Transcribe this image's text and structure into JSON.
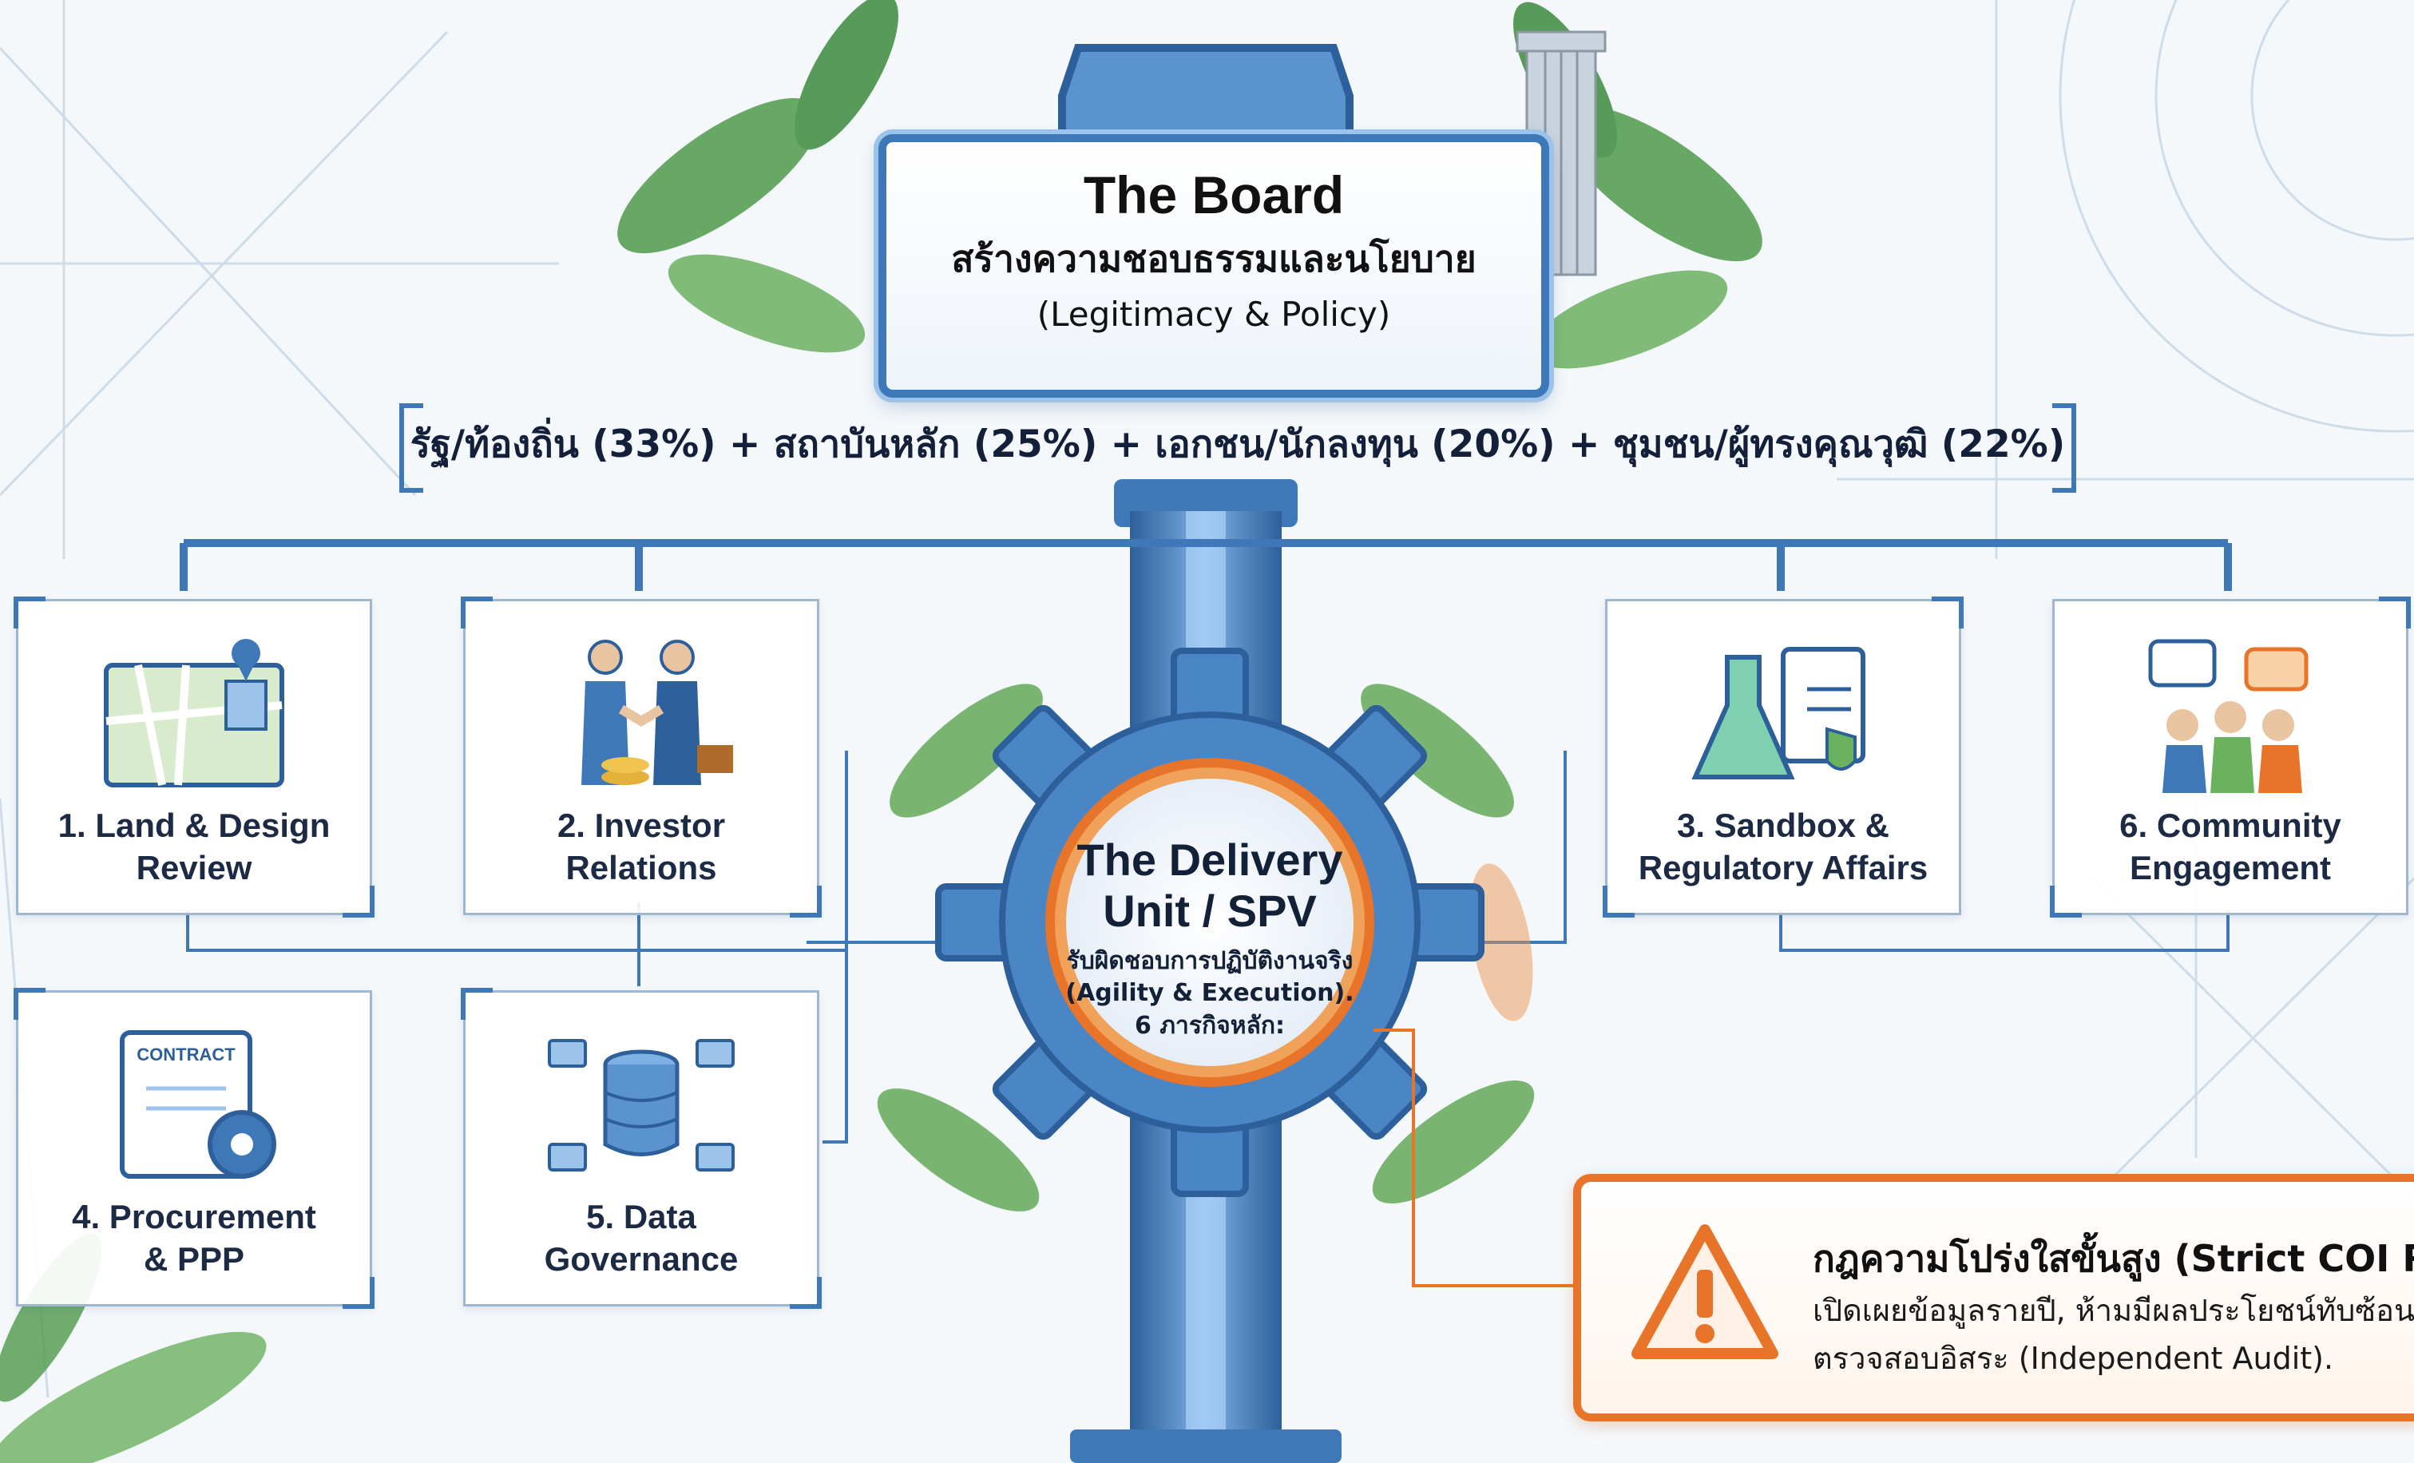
{
  "board": {
    "title": "The Board",
    "subtitle_th": "สร้างความชอบธรรมและนโยบาย",
    "subtitle_en": "(Legitimacy & Policy)"
  },
  "composition": "รัฐ/ท้องถิ่น (33%) + สถาบันหลัก (25%) + เอกชน/นักลงทุน (20%) + ชุมชน/ผู้ทรงคุณวุฒิ (22%)",
  "roles": [
    {
      "line1": "1. Land & Design",
      "line2": "Review",
      "icon": "map-plan-icon"
    },
    {
      "line1": "2. Investor",
      "line2": "Relations",
      "icon": "handshake-icon"
    },
    {
      "line1": "3. Sandbox &",
      "line2": "Regulatory Affairs",
      "icon": "lab-flask-icon"
    },
    {
      "line1": "4. Procurement",
      "line2": "& PPP",
      "icon": "contract-icon"
    },
    {
      "line1": "5. Data",
      "line2": "Governance",
      "icon": "database-icon"
    },
    {
      "line1": "6. Community",
      "line2": "Engagement",
      "icon": "community-icon"
    }
  ],
  "delivery": {
    "title_line1": "The Delivery",
    "title_line2": "Unit / SPV",
    "line_th": "รับผิดชอบการปฏิบัติงานจริง",
    "line_en": "(Agility & Execution).",
    "line_missions": "6 ภารกิจหลัก:"
  },
  "warning": {
    "title": "กฎความโปร่งใสขั้นสูง (Strict COI Rules",
    "line1": "เปิดเผยข้อมูลรายปี, ห้ามมีผลประโยชน์ทับซ้อน",
    "line2": "ตรวจสอบอิสระ (Independent Audit).",
    "icon": "warning-triangle-icon"
  },
  "colors": {
    "primary_blue": "#3f78b8",
    "light_blue": "#9cc3ea",
    "accent_orange": "#e8742a",
    "leaf_green": "#4f9a4a"
  }
}
